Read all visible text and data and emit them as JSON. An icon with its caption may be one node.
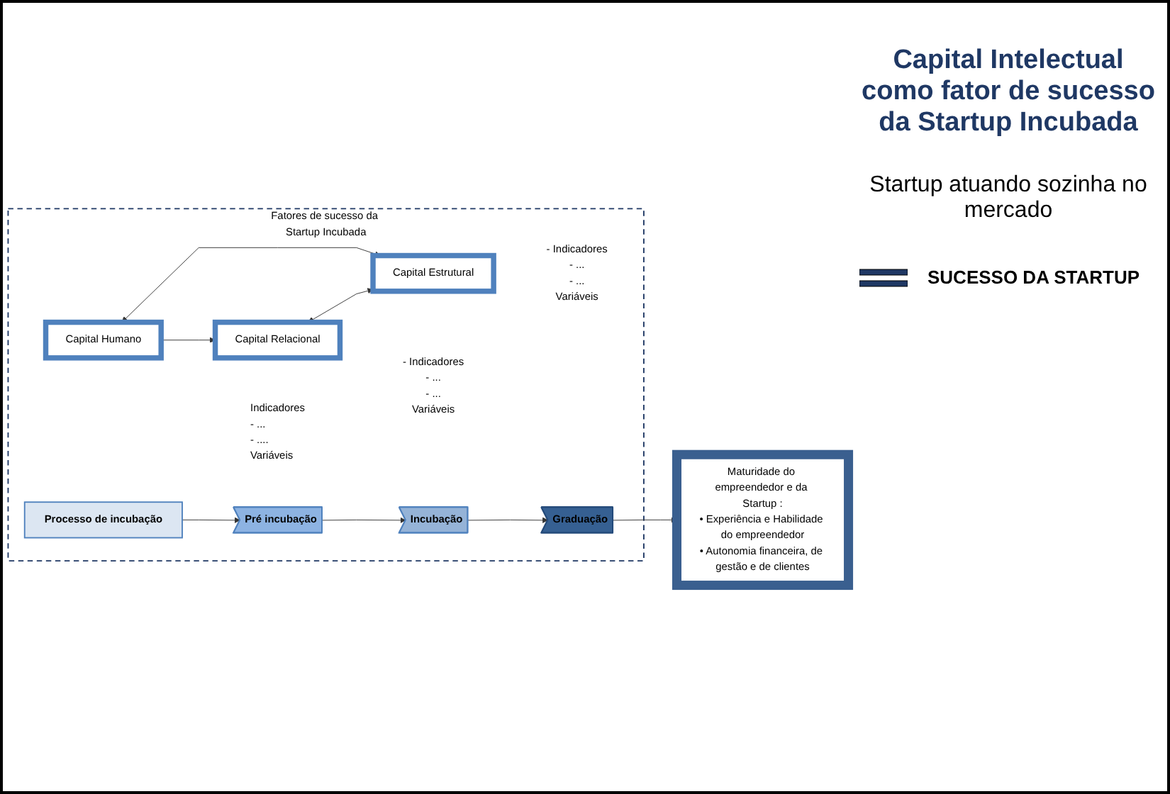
{
  "diagram": {
    "nodes": [
      {
        "text": [
          "Fatores de sucesso da Startup Incubada"
        ]
      },
      {
        "text": [
          "Capital Humano"
        ],
        "in": 0,
        "beside": [
          "Indicadores",
          "- ...",
          "- ....",
          "Variáveis"
        ]
      },
      {
        "text": [
          "Capital Estrutural"
        ],
        "in": 0,
        "beside": [
          "- Indicadores",
          "- ...",
          "- ...",
          "Variáveis"
        ]
      },
      {
        "text": [
          "Processo de incubação"
        ],
        "in": 0
      },
      {
        "text": [
          "Pré incubação"
        ],
        "in": 0
      },
      {
        "text": [
          "Incubação"
        ],
        "in": 0
      },
      {
        "text": [
          "Graduação"
        ],
        "in": 0
      },
      {
        "text": [
          "Capital Relacional"
        ],
        "in": 0,
        "beside": [
          "- Indicadores",
          "- ...",
          "- ...",
          "Variáveis"
        ]
      },
      {
        "text": [
          "Maturidade do empreendedor e da Startup :",
          "• Experiência e Habilidade do empreendedor",
          "• Autonomia financeira, de gestão e de clientes"
        ]
      }
    ],
    "edges": [
      {
        "from": 1,
        "to": 2,
        "arrow": "both"
      },
      {
        "from": 1,
        "to": 7,
        "arrow": "to"
      },
      {
        "from": 7,
        "to": 2,
        "arrow": "both"
      },
      {
        "from": 3,
        "to": 4,
        "arrow": "to"
      },
      {
        "from": 4,
        "to": 5,
        "arrow": "to"
      },
      {
        "from": 5,
        "to": 6,
        "arrow": "to"
      },
      {
        "from": 6,
        "to": 8,
        "arrow": "to"
      }
    ],
    "labels": [
      "Capital Intelectual como fator de sucesso da Startup Incubada",
      "Startup atuando sozinha no mercado"
    ],
    "legend": [
      {
        "text": "SUCESSO DA STARTUP"
      }
    ]
  }
}
